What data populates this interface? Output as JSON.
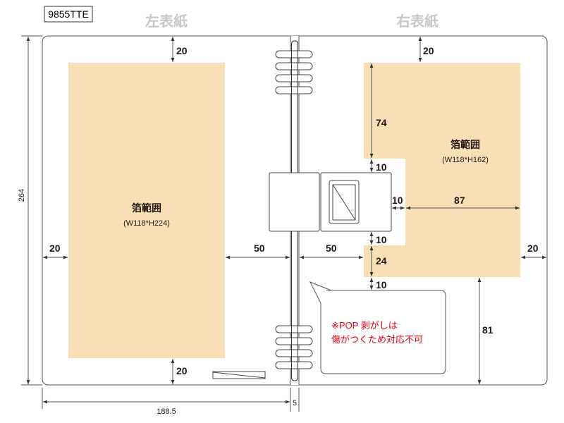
{
  "product_code": "9855TTE",
  "left_cover": {
    "title": "左表紙",
    "foil_label": "箔範囲",
    "foil_size": "(W118*H224)"
  },
  "right_cover": {
    "title": "右表紙",
    "foil_label": "箔範囲",
    "foil_size": "(W118*H162)"
  },
  "dimensions": {
    "height": "264",
    "width_left": "188.5",
    "spine": "5",
    "left_top": "20",
    "left_side": "20",
    "left_gap": "50",
    "left_bottom": "20",
    "right_top": "20",
    "right_gap": "50",
    "right_side": "20",
    "right_upper_height": "74",
    "tab_top": "10",
    "tab_right": "10",
    "right_width": "87",
    "tab_bottom": "10",
    "right_notch_height": "24",
    "right_below": "10",
    "right_bottom": "81"
  },
  "note": {
    "line1": "※POP 剥がしは",
    "line2": "傷がつくため対応不可"
  },
  "colors": {
    "foil": "#f9dfb5",
    "note": "#e60012"
  }
}
